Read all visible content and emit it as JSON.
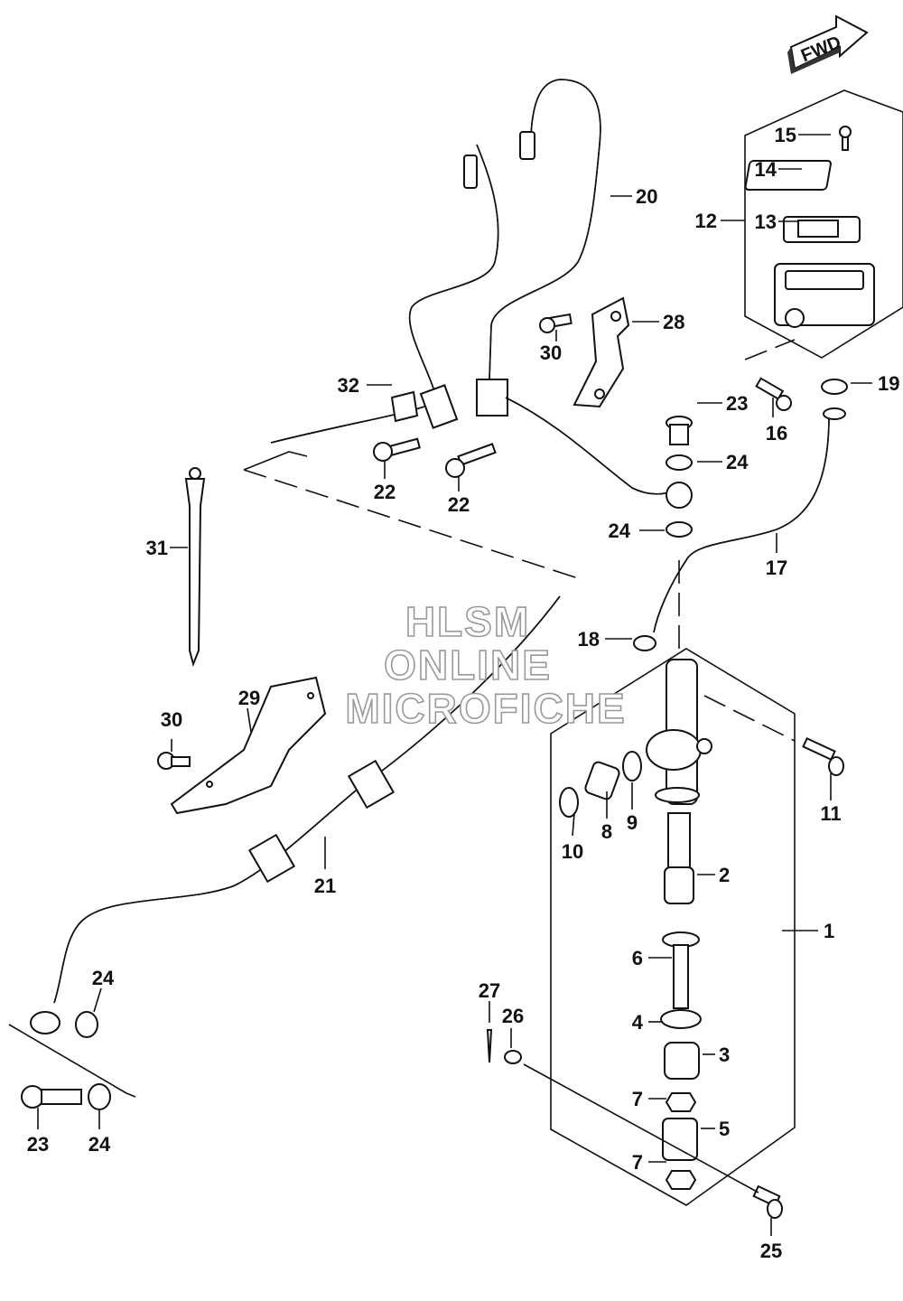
{
  "fwd_label": "FWD",
  "watermark": [
    "HLSM",
    "ONLINE",
    "MICROFICHE"
  ],
  "callouts": {
    "c1": "1",
    "c2": "2",
    "c3": "3",
    "c4": "4",
    "c5": "5",
    "c6": "6",
    "c7a": "7",
    "c7b": "7",
    "c8": "8",
    "c9": "9",
    "c10": "10",
    "c11": "11",
    "c12": "12",
    "c13": "13",
    "c14": "14",
    "c15": "15",
    "c16": "16",
    "c17": "17",
    "c18": "18",
    "c19": "19",
    "c20": "20",
    "c21": "21",
    "c22a": "22",
    "c22b": "22",
    "c23a": "23",
    "c23b": "23",
    "c24a": "24",
    "c24b": "24",
    "c24c": "24",
    "c24d": "24",
    "c25": "25",
    "c26": "26",
    "c27": "27",
    "c28": "28",
    "c29": "29",
    "c30a": "30",
    "c30b": "30",
    "c31": "31",
    "c32": "32"
  }
}
